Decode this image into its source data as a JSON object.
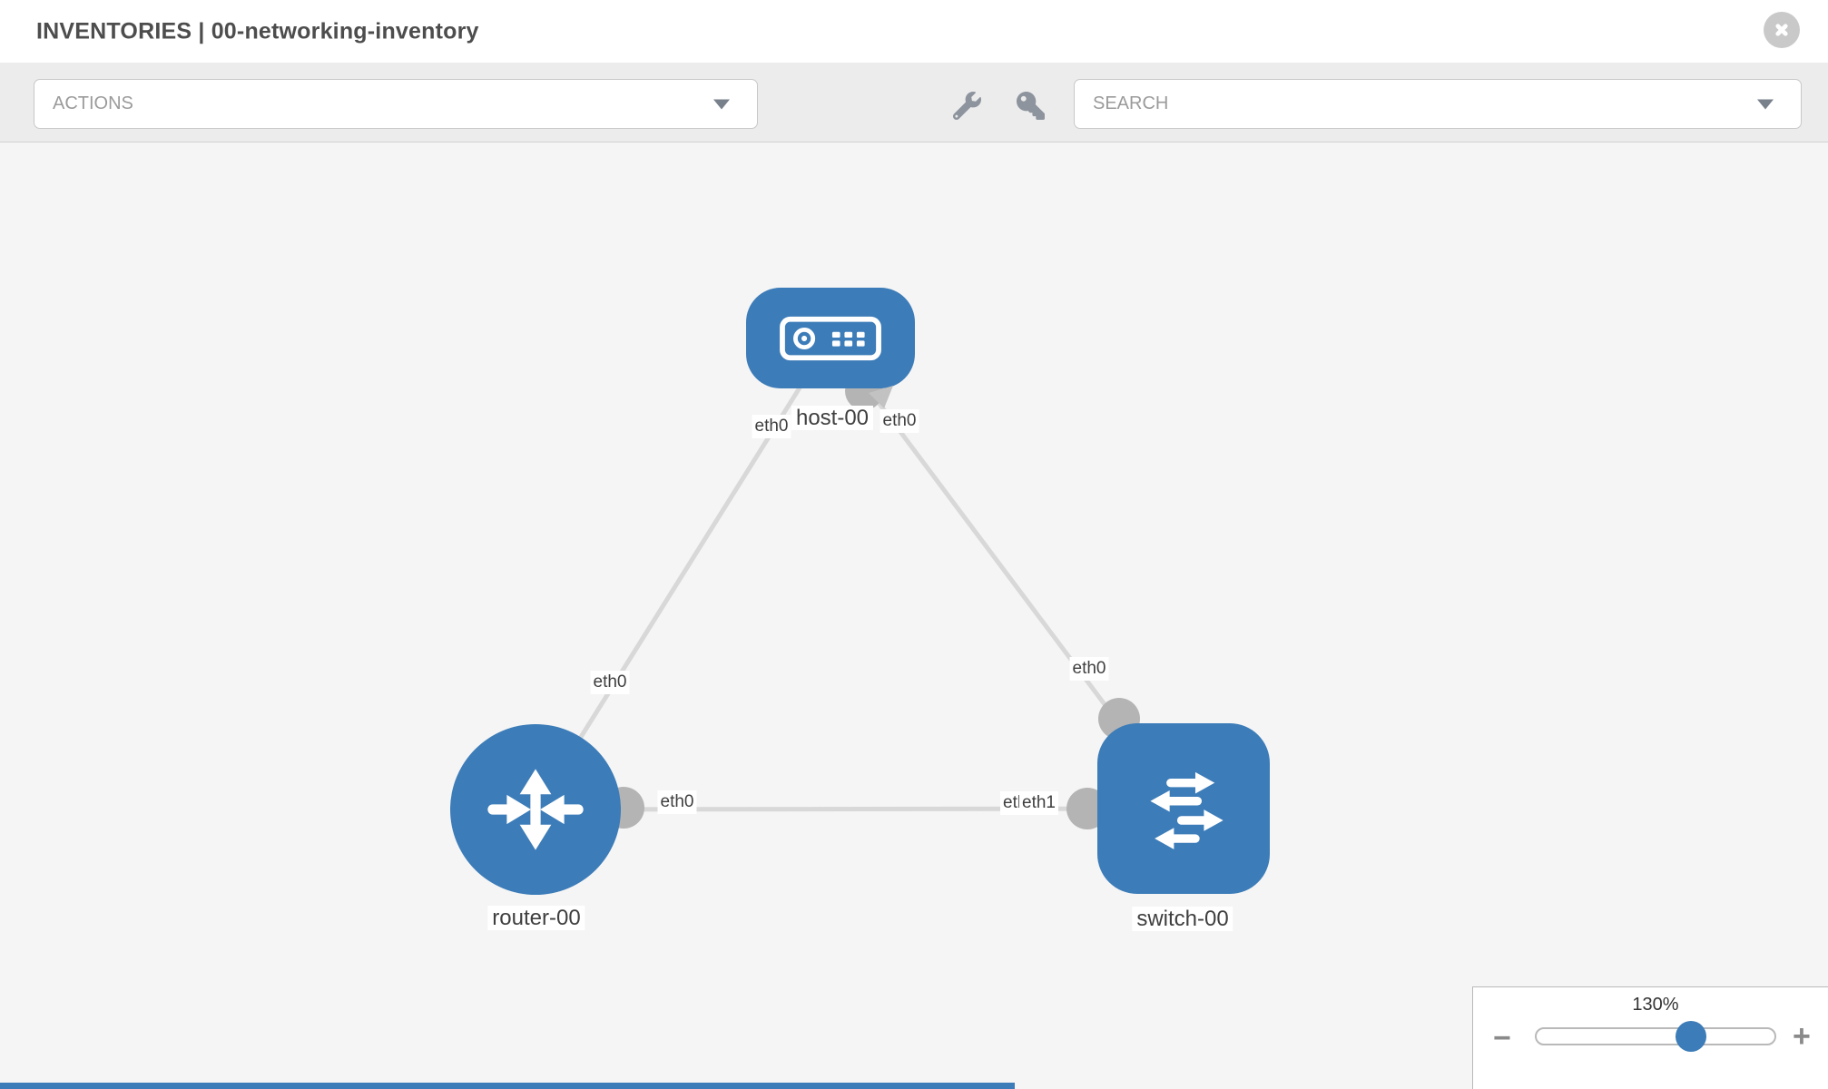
{
  "header": {
    "title": "INVENTORIES | 00-networking-inventory"
  },
  "toolbar": {
    "actions_label": "ACTIONS",
    "search_label": "SEARCH",
    "icons": [
      "wrench-icon",
      "key-icon"
    ]
  },
  "topology": {
    "nodes": [
      {
        "label": "host-00",
        "type": "host"
      },
      {
        "label": "router-00",
        "type": "router"
      },
      {
        "label": "switch-00",
        "type": "switch"
      }
    ],
    "links": [
      {
        "source": "host-00",
        "source_interface": "eth0",
        "target": "router-00",
        "target_interface": "eth0"
      },
      {
        "source": "host-00",
        "source_interface": "eth0",
        "target": "switch-00",
        "target_interface": "eth0"
      },
      {
        "source": "router-00",
        "source_interface": "eth0",
        "target": "switch-00",
        "target_interface": "eth1",
        "overlapped_label": "eth0",
        "overlap_display": "etleth1"
      }
    ]
  },
  "zoom_control": {
    "level": "130%",
    "minus_label": "−",
    "plus_label": "+"
  },
  "theme": {
    "accent": "#3c7cb8",
    "node_icon": "#ffffff",
    "canvas_bg": "#f5f5f5",
    "toolbar_bg": "#ececec",
    "link_color": "#d8d8d8",
    "port_color": "#b4b4b4",
    "arrow_color": "#c2c2c2",
    "label_color": "#3f3f3f",
    "title_color": "#4d4d4d",
    "muted": "#9b9b9b",
    "muted_strong": "#8a8a8a",
    "icon_color": "#8d949e",
    "caret_color": "#77808b",
    "border_color": "#c8c8c8",
    "close_bg": "#c9c9c9",
    "panel_border": "#b9b9b9",
    "slider_border": "#b9b9b9",
    "zoom_text": "#333333"
  }
}
